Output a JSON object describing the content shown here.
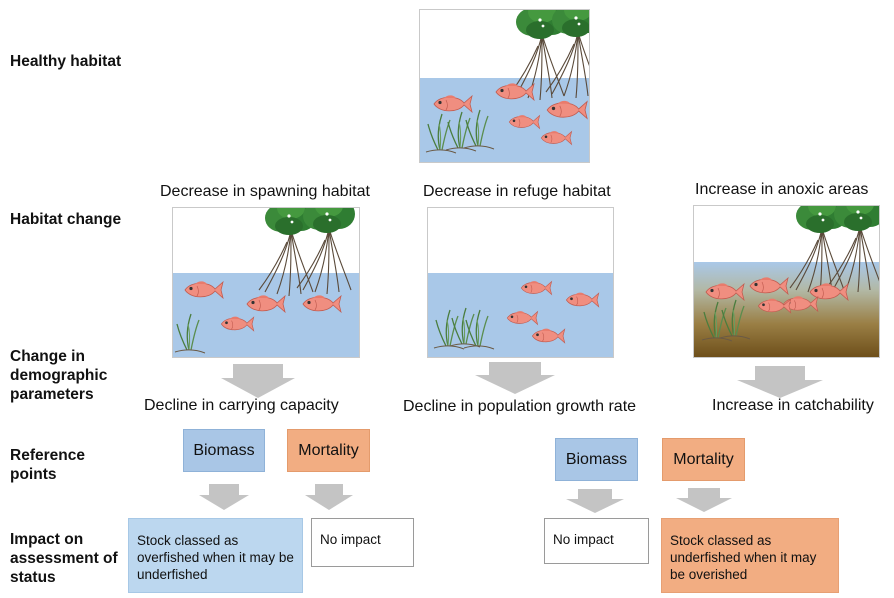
{
  "row_labels": {
    "healthy_habitat": "Healthy habitat",
    "habitat_change": "Habitat change",
    "demographic": "Change in demographic parameters",
    "reference_points": "Reference points",
    "impact": "Impact on assessment of status"
  },
  "scenarios": [
    {
      "habitat_caption": "Decrease in spawning habitat",
      "demographic_caption": "Decline in carrying capacity"
    },
    {
      "habitat_caption": "Decrease in refuge habitat",
      "demographic_caption": "Decline in population growth rate"
    },
    {
      "habitat_caption": "Increase in anoxic areas",
      "demographic_caption": "Increase in catchability"
    }
  ],
  "reference_points": {
    "biomass_label": "Biomass",
    "mortality_label": "Mortality"
  },
  "impacts": {
    "left_biomass": "Stock classed as overfished when it may be underfished",
    "left_mortality": "No impact",
    "right_biomass": "No impact",
    "right_mortality": "Stock classed as underfished when it may be overished"
  },
  "colors": {
    "biomass": "#a9c6e6",
    "mortality": "#f2ad82",
    "water": "#a9c8e8",
    "arrow": "#c4c4c4",
    "fish": "#f08e80",
    "anoxic": "#7a5a1f"
  }
}
